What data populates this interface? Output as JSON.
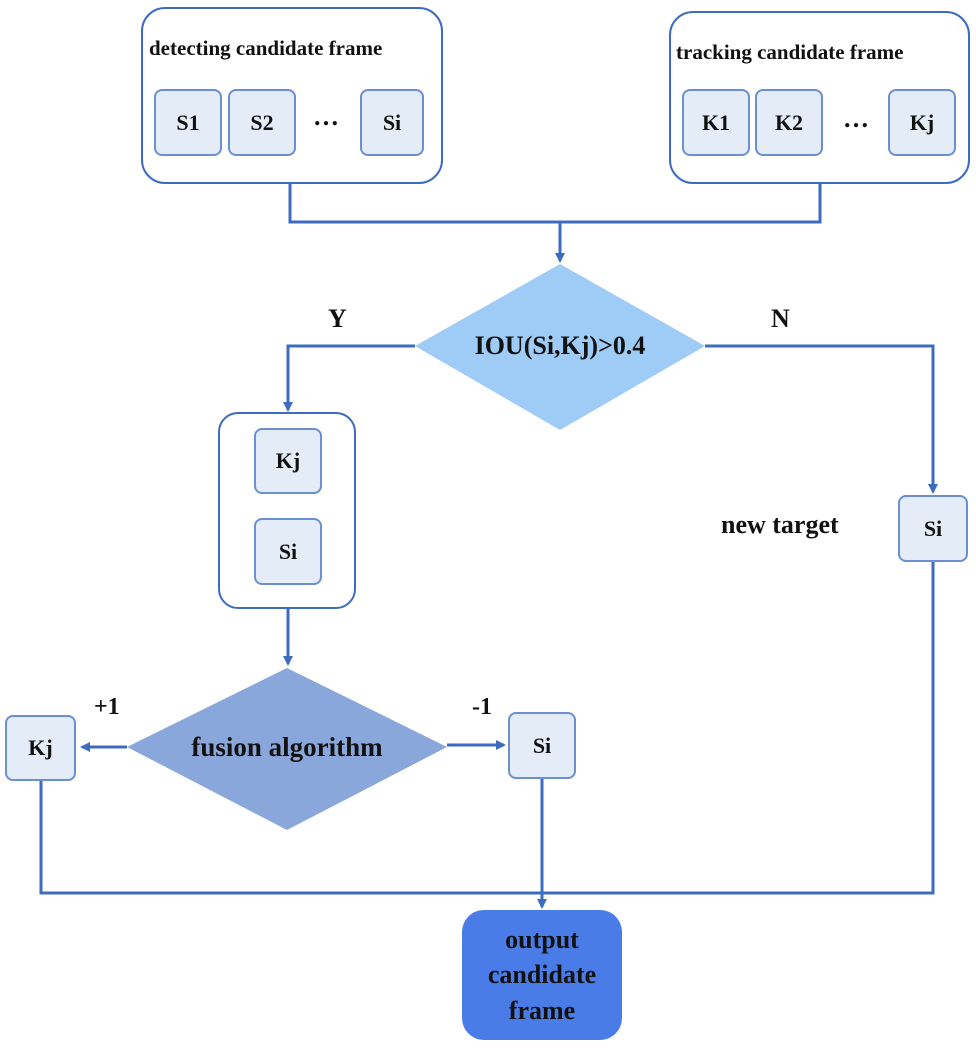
{
  "detect_group": {
    "title": "detecting candidate frame",
    "items": [
      "S1",
      "S2",
      "Si"
    ],
    "ellipsis": "…"
  },
  "track_group": {
    "title": "tracking candidate frame",
    "items": [
      "K1",
      "K2",
      "Kj"
    ],
    "ellipsis": "…"
  },
  "decision": {
    "text": "IOU(Si,Kj)>0.4",
    "yes_label": "Y",
    "no_label": "N"
  },
  "pair_group": {
    "items": [
      "Kj",
      "Si"
    ]
  },
  "new_target": {
    "label": "new target",
    "item": "Si"
  },
  "fusion": {
    "text": "fusion algorithm",
    "plus_label": "+1",
    "minus_label": "-1",
    "left_item": "Kj",
    "right_item": "Si"
  },
  "output": {
    "line1": "output",
    "line2": "candidate",
    "line3": "frame"
  },
  "colors": {
    "stroke": "#3d6bc0",
    "cell_fill": "#e3ecf7",
    "decision_fill": "#9fcbf7",
    "fusion_fill": "#8aa7dc",
    "output_fill": "#4a7ce8"
  }
}
